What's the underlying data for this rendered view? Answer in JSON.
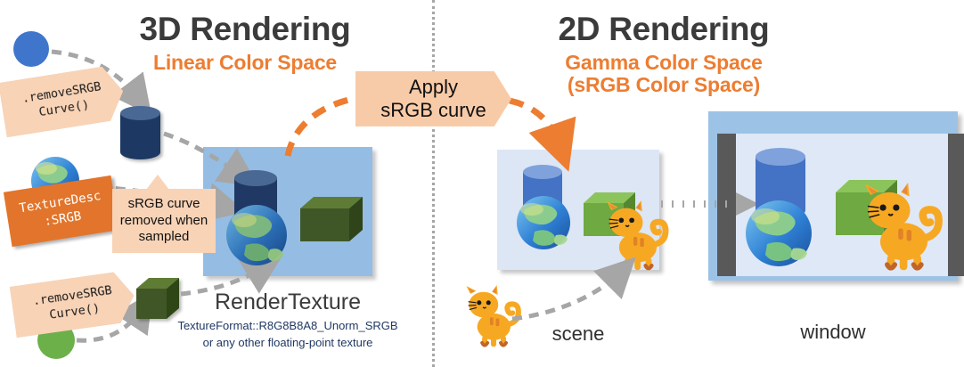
{
  "titles": {
    "left_main": "3D Rendering",
    "left_sub": "Linear Color Space",
    "right_main": "2D Rendering",
    "right_sub_line1": "Gamma Color Space",
    "right_sub_line2": "(sRGB Color Space)"
  },
  "callouts": {
    "remove_srgb_top_line1": ".removeSRGB",
    "remove_srgb_top_line2": "Curve()",
    "remove_srgb_bottom_line1": ".removeSRGB",
    "remove_srgb_bottom_line2": "Curve()",
    "texture_desc_line1": "TextureDesc",
    "texture_desc_line2": ":SRGB",
    "srgb_removed_line1": "sRGB curve",
    "srgb_removed_line2": "removed when",
    "srgb_removed_line3": "sampled"
  },
  "banner": {
    "line1": "Apply",
    "line2": "sRGB curve"
  },
  "captions": {
    "render_texture_title": "RenderTexture",
    "render_texture_format_line1": "TextureFormat::R8G8B8A8_Unorm_SRGB",
    "render_texture_format_line2": "or any other floating-point texture",
    "scene": "scene",
    "window": "window"
  },
  "colors": {
    "accent_orange": "#ED7D31",
    "callout_peach": "#F8D3B6",
    "callout_orange": "#E2752B",
    "banner_peach": "#F8CBA8",
    "title_gray": "#3B3B3B",
    "rt_panel_blue": "#95BDE3",
    "scene_panel_blue": "#DCE6F5",
    "window_frame_blue": "#9CC3E6",
    "window_bar_gray": "#595959",
    "linear_blue_circle": "#3F76CC",
    "linear_green_circle": "#6CB04A",
    "dark_cylinder": "#1F3864",
    "dark_cube": "#3C5223",
    "gamma_cylinder": "#4472C4",
    "gamma_cube": "#70AD47",
    "dash_gray": "#A6A6A6",
    "cat_orange": "#F5A623"
  },
  "icons": {
    "blue_sphere": "sphere-icon",
    "green_sphere": "sphere-icon",
    "cylinder": "cylinder-icon",
    "cube": "cube-icon",
    "globe": "globe-icon",
    "cat": "cat-icon",
    "divider": "vertical-divider"
  }
}
